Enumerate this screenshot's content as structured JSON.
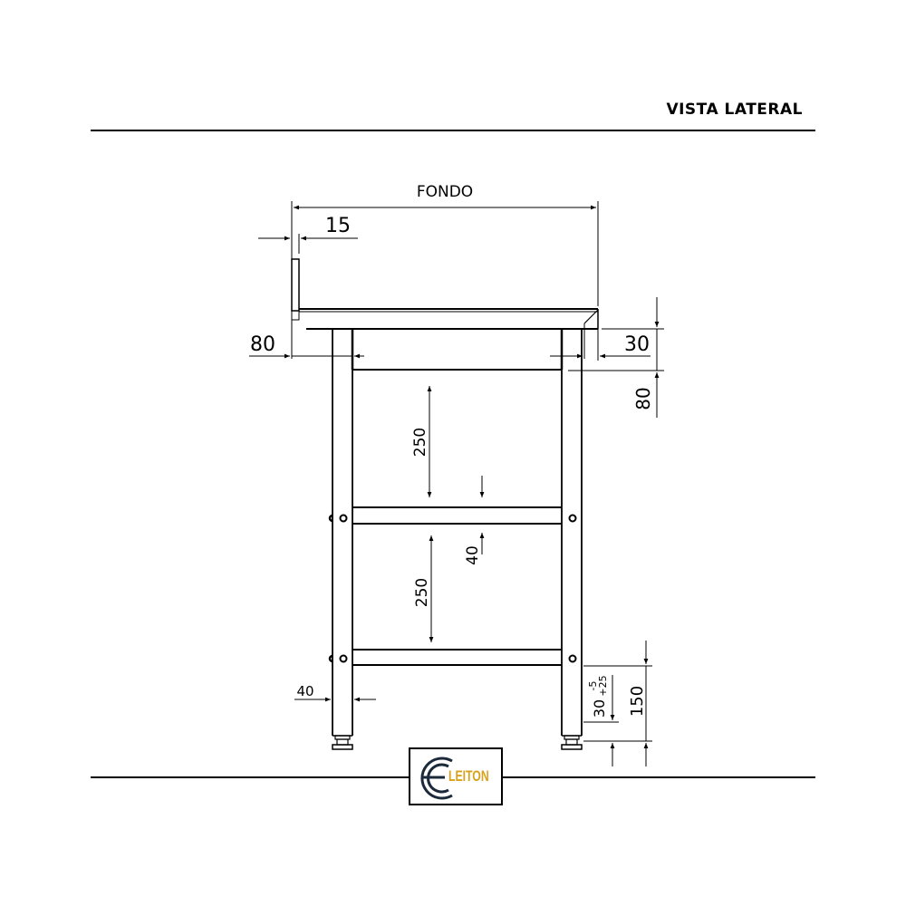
{
  "header": {
    "title": "VISTA LATERAL"
  },
  "drawing": {
    "type": "technical side-view drawing of a stainless steel table with backsplash and two undershelves",
    "line_color": "#000000",
    "dimensions": {
      "depth_label": "FONDO",
      "backsplash_thickness": "15",
      "leg_inset_front": "80",
      "worktop_edge_height": "30",
      "apron_height": "80",
      "shelf_spacing_upper": "250",
      "shelf_thickness": "40",
      "shelf_spacing_lower": "250",
      "leg_width": "40",
      "foot_adjustment": "30",
      "foot_tolerance_upper": "-5",
      "foot_tolerance_lower": "+25",
      "lower_shelf_height": "150",
      "leg_inset_back": "30"
    }
  },
  "logo": {
    "brand": "LEITON",
    "brand_color": "#d9a21b",
    "mark_color": "#1b2a3a"
  }
}
